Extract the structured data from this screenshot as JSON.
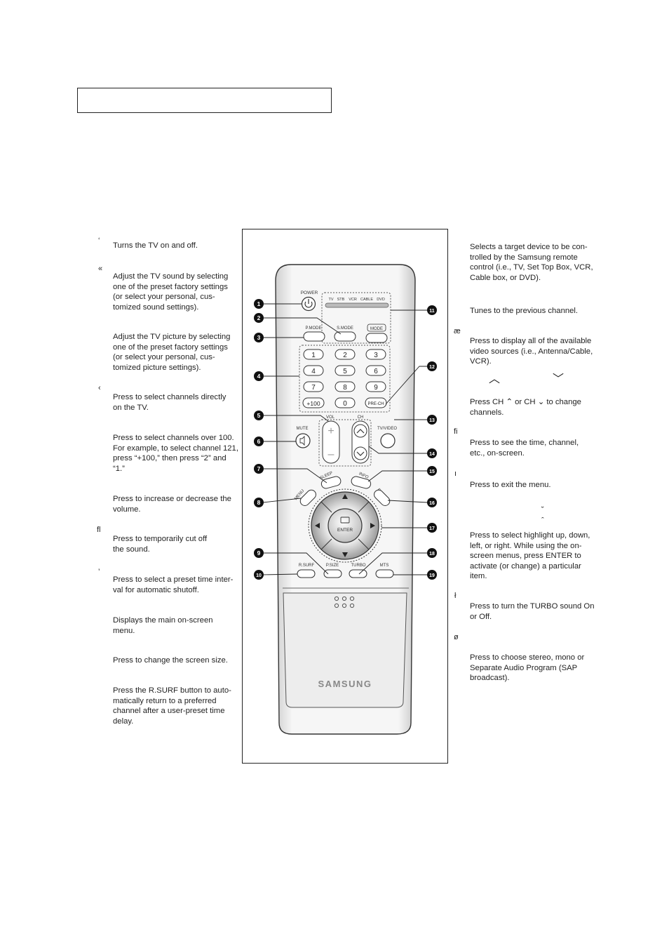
{
  "header": {
    "title": ""
  },
  "left_column": {
    "markers": [
      "‘",
      "«",
      "‹",
      "ﬂ",
      "’"
    ],
    "items": [
      "Turns the TV on and off.",
      "Adjust the TV sound by selecting one of the preset factory settings (or select your personal, cus-tomized sound settings).",
      "Adjust the TV picture by selecting one of the preset factory settings (or select your personal, cus-tomized picture settings).",
      "Press to select channels directly on the TV.",
      "Press to select channels over 100. For example, to select channel 121, press “+100,” then press “2” and “1.”",
      "Press to increase or decrease the volume.",
      "Press to temporarily cut off the sound.",
      "Press to select a preset time inter-val for automatic shutoff.",
      "Displays the main on-screen menu.",
      "Press to change the screen size.",
      "Press the R.SURF button to auto-matically return to a preferred channel after a user-preset time delay."
    ]
  },
  "right_column": {
    "markers": [
      "æ",
      "ﬁ",
      "ı",
      "ł",
      "ø"
    ],
    "items": [
      "Selects a target device to be con-trolled by the Samsung remote control (i.e., TV, Set Top Box, VCR, Cable box, or DVD).",
      "Tunes to the previous channel.",
      "Press to display all of the available video sources (i.e., Antenna/Cable, VCR).",
      "Press CH ⌃ or CH ⌄ to change channels.",
      "Press to see the time, channel, etc., on-screen.",
      "Press to exit the menu.",
      "Press to select highlight up, down, left, or right. While using the on-screen menus, press ENTER to activate (or change) a particular item.",
      "Press to turn the TURBO sound On or Off.",
      "Press to choose stereo, mono or Separate Audio Program (SAP broadcast)."
    ],
    "ch_up_glyph": "︿",
    "ch_down_glyph": "﹀",
    "small_arrows": "˘ ˆ"
  },
  "remote": {
    "brand": "SAMSUNG",
    "power_label": "POWER",
    "device_labels": [
      "TV",
      "STB",
      "VCR",
      "CABLE",
      "DVD"
    ],
    "pmode": "P.MODE",
    "smode": "S.MODE",
    "mode": "MODE",
    "digits": [
      "1",
      "2",
      "3",
      "4",
      "5",
      "6",
      "7",
      "8",
      "9",
      "+100",
      "0"
    ],
    "prech": "PRE-CH",
    "vol": "VOL",
    "ch": "CH",
    "mute": "MUTE",
    "tvvideo": "TV/VIDEO",
    "sleep": "SLEEP",
    "info": "INFO",
    "menu": "MENU",
    "exit": "EXIT",
    "enter": "ENTER",
    "rsurf": "R.SURF",
    "psize": "P.SIZE",
    "turbo": "TURBO",
    "mts": "MTS",
    "callouts": [
      "1",
      "2",
      "3",
      "4",
      "5",
      "6",
      "7",
      "8",
      "9",
      "10",
      "11",
      "12",
      "13",
      "14",
      "15",
      "16",
      "17",
      "18",
      "19"
    ]
  }
}
